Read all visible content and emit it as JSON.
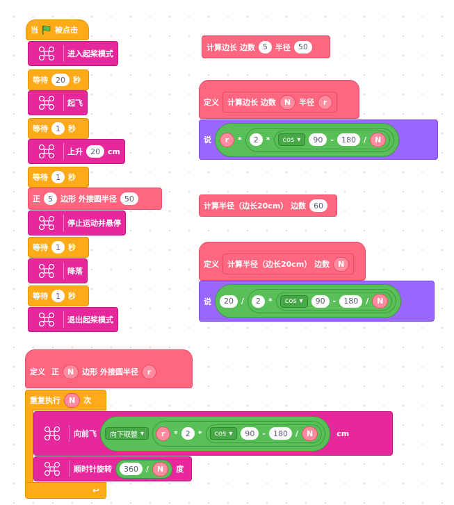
{
  "main": {
    "hat_when": "当",
    "hat_clicked": "被点击",
    "enter_mode": "进入起桨模式",
    "wait": "等待",
    "sec": "秒",
    "wait1_val": "20",
    "takeoff": "起飞",
    "wait2_val": "1",
    "rise": "上升",
    "rise_val": "20",
    "cm": "cm",
    "wait3_val": "1",
    "poly_zheng": "正",
    "poly_n": "5",
    "poly_mid": "边形 外接圆半径",
    "poly_r": "50",
    "stop_hover": "停止运动并悬停",
    "wait4_val": "1",
    "land": "降落",
    "wait5_val": "1",
    "exit_mode": "退出起桨模式"
  },
  "define_polygon": {
    "define": "定义",
    "zheng": "正",
    "n": "N",
    "mid": "边形 外接圆半径",
    "r": "r",
    "repeat": "重复执行",
    "repeat_n": "N",
    "times": "次",
    "forward": "向前飞",
    "round_down": "向下取整",
    "r_var": "r",
    "times_op": "*",
    "two": "2",
    "cos": "cos",
    "ninety": "90",
    "minus": "-",
    "oneeighty": "180",
    "div": "/",
    "n_var": "N",
    "cm": "cm",
    "rotate": "顺时针旋转",
    "deg360": "360",
    "n_var2": "N",
    "degree": "度"
  },
  "call_side": {
    "label": "计算边长 边数",
    "n": "5",
    "radius": "半径",
    "r": "50"
  },
  "define_side": {
    "define": "定义",
    "label": "计算边长 边数",
    "n": "N",
    "radius": "半径",
    "r": "r",
    "say": "说",
    "r_var": "r",
    "times": "*",
    "two": "2",
    "times2": "*",
    "cos": "cos",
    "ninety": "90",
    "minus": "-",
    "oneeighty": "180",
    "div": "/",
    "n_var": "N"
  },
  "call_radius": {
    "label": "计算半径（边长20cm） 边数",
    "n": "60"
  },
  "define_radius": {
    "define": "定义",
    "label": "计算半径（边长20cm） 边数",
    "n": "N",
    "say": "说",
    "twenty": "20",
    "div": "/",
    "two": "2",
    "times": "*",
    "cos": "cos",
    "ninety": "90",
    "minus": "-",
    "oneeighty": "180",
    "div2": "/",
    "n_var": "N"
  },
  "colors": {
    "events": "#ffab19",
    "drone": "#e6289c",
    "custom": "#ff6680",
    "looks": "#9966ff",
    "operators": "#59c059"
  },
  "icons": [
    "green-flag-icon",
    "drone-icon",
    "dropdown-arrow-icon",
    "loop-arrow-icon"
  ]
}
